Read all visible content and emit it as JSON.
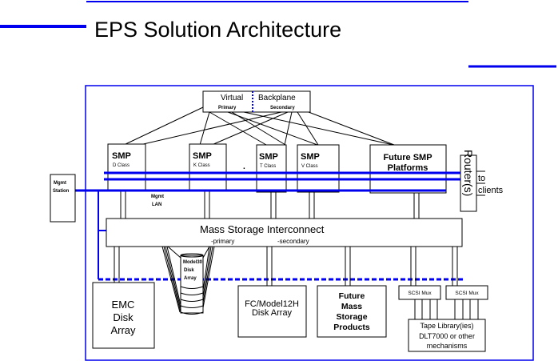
{
  "title": "EPS Solution Architecture",
  "colors": {
    "accent": "#0000ee",
    "line": "#000000",
    "background": "#ffffff"
  },
  "backplane": {
    "label_left": "Virtual",
    "label_right": "Backplane",
    "primary": "Primary",
    "secondary": "Secondary"
  },
  "smp_nodes": [
    {
      "name": "SMP",
      "class": "D Class"
    },
    {
      "name": "SMP",
      "class": "K Class"
    },
    {
      "name": "SMP",
      "class": "T Class"
    },
    {
      "name": "SMP",
      "class": "V Class"
    }
  ],
  "ellipsis": ".",
  "future_smp": {
    "line1": "Future SMP",
    "line2": "Platforms"
  },
  "router": {
    "label": "Router(s)",
    "to": "to",
    "clients": "clients"
  },
  "mgmt_station": {
    "line1": "Mgmt",
    "line2": "Station"
  },
  "mgmt_lan": {
    "line1": "Mgmt",
    "line2": "LAN"
  },
  "interconnect": {
    "label": "Mass Storage Interconnect",
    "primary": "-primary",
    "secondary": "-secondary"
  },
  "model30": {
    "line1": "Model30",
    "line2": "Disk",
    "line3": "Array"
  },
  "emc": {
    "line1": "EMC",
    "line2": "Disk",
    "line3": "Array"
  },
  "fc_model": {
    "line1": "FC/Model12H",
    "line2": "Disk Array"
  },
  "future_storage": {
    "line1": "Future",
    "line2": "Mass",
    "line3": "Storage",
    "line4": "Products"
  },
  "scsi_mux": [
    "SCSI Mux",
    "SCSI Mux"
  ],
  "tape": {
    "line1": "Tape Library(ies)",
    "line2": "DLT7000 or other",
    "line3": "mechanisms"
  }
}
